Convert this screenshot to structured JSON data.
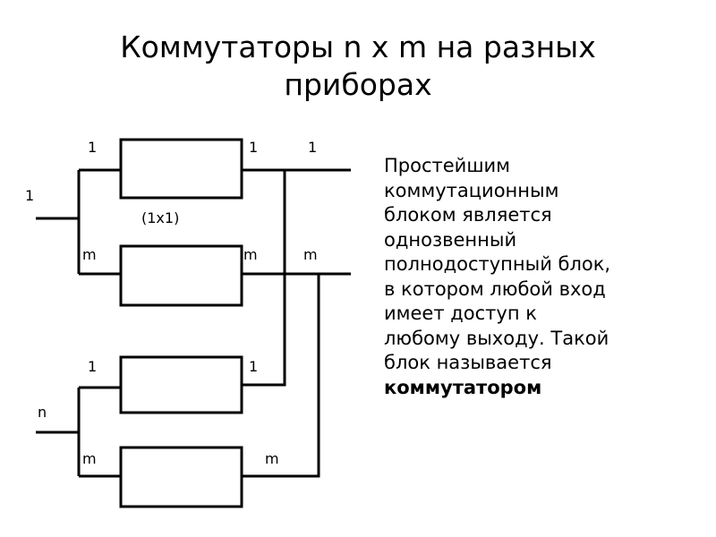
{
  "title": {
    "line1": "Коммутаторы  n x m на разных",
    "line2": "приборах"
  },
  "diagram": {
    "labels": {
      "top_in": "1",
      "top_out": "1",
      "top_bus": "1",
      "group1_input": "1",
      "box_caption": "(1x1)",
      "mid_in": "m",
      "mid_out": "m",
      "mid_bus": "m",
      "group2_top_in": "1",
      "group2_top_out": "1",
      "group2_input": "n",
      "bottom_in": "m",
      "bottom_out": "m"
    }
  },
  "description": {
    "lines": [
      "Простейшим",
      "коммутационным",
      "блоком является",
      "однозвенный",
      "полнодоступный блок,",
      "в котором любой вход",
      "имеет доступ к",
      "любому выходу. Такой",
      "блок называется"
    ],
    "emphasis": "коммутатором"
  }
}
